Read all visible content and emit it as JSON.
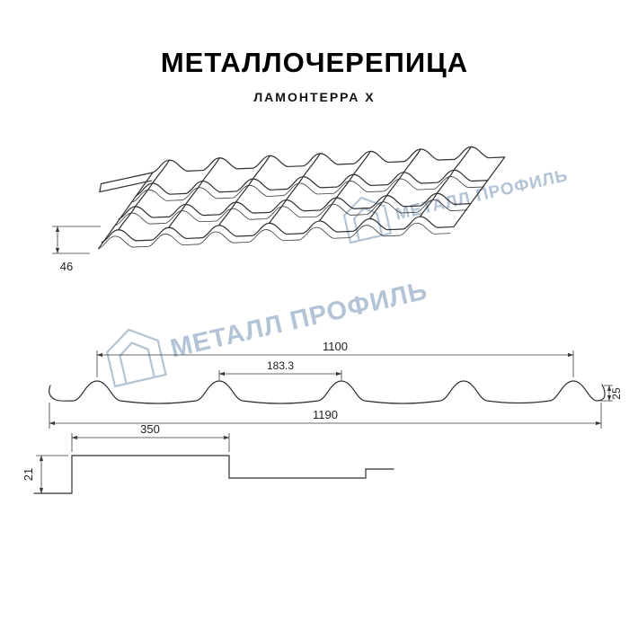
{
  "header": {
    "title": "МЕТАЛЛОЧЕРЕПИЦА",
    "subtitle": "ЛАМОНТЕРРА X"
  },
  "watermark": {
    "text": "МЕТАЛЛ ПРОФИЛЬ",
    "color": "#b3c4d6"
  },
  "drawings": {
    "perspective": {
      "dim_edge_height": "46"
    },
    "cross_section": {
      "dim_cover_width": "1100",
      "dim_wave_pitch": "183.3",
      "dim_profile_height": "25",
      "dim_overall_width": "1190"
    },
    "step_profile": {
      "dim_module_length": "350",
      "dim_step_height": "21"
    }
  }
}
